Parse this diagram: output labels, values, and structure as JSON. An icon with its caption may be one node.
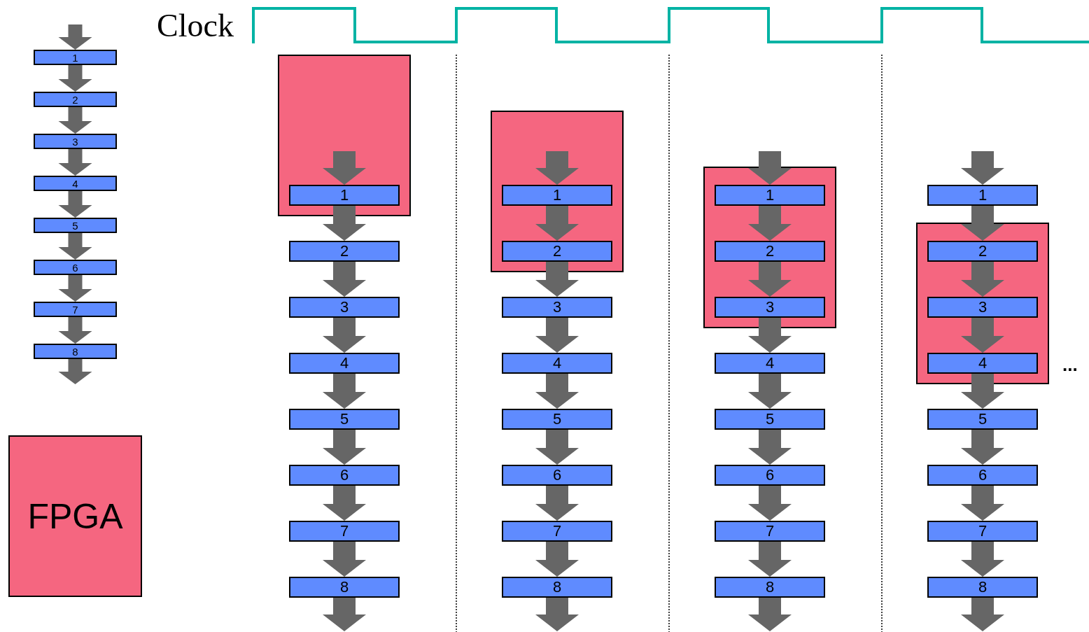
{
  "diagram": {
    "nodes": [
      {
        "text": [
          "1"
        ]
      },
      {
        "text": [
          "2"
        ]
      },
      {
        "text": [
          "3"
        ]
      },
      {
        "text": [
          "4"
        ]
      },
      {
        "text": [
          "5"
        ]
      },
      {
        "text": [
          "6"
        ]
      },
      {
        "text": [
          "7"
        ]
      },
      {
        "text": [
          "8"
        ]
      },
      {
        "text": [
          "FPGA"
        ]
      },
      {
        "text": [],
        "shape": "box"
      },
      {
        "text": [
          "1"
        ],
        "in": 9
      },
      {
        "text": [
          "2"
        ]
      },
      {
        "text": [
          "3"
        ]
      },
      {
        "text": [
          "4"
        ]
      },
      {
        "text": [
          "5"
        ]
      },
      {
        "text": [
          "6"
        ]
      },
      {
        "text": [
          "7"
        ]
      },
      {
        "text": [
          "8"
        ]
      },
      {
        "text": [],
        "shape": "box"
      },
      {
        "text": [
          "1"
        ],
        "in": 18
      },
      {
        "text": [
          "2"
        ],
        "in": 18
      },
      {
        "text": [
          "3"
        ]
      },
      {
        "text": [
          "4"
        ]
      },
      {
        "text": [
          "5"
        ]
      },
      {
        "text": [
          "6"
        ]
      },
      {
        "text": [
          "7"
        ]
      },
      {
        "text": [
          "8"
        ]
      },
      {
        "text": [],
        "shape": "box"
      },
      {
        "text": [
          "1"
        ],
        "in": 27
      },
      {
        "text": [
          "2"
        ],
        "in": 27
      },
      {
        "text": [
          "3"
        ],
        "in": 27
      },
      {
        "text": [
          "4"
        ]
      },
      {
        "text": [
          "5"
        ]
      },
      {
        "text": [
          "6"
        ]
      },
      {
        "text": [
          "7"
        ]
      },
      {
        "text": [
          "8"
        ]
      },
      {
        "text": [],
        "shape": "box"
      },
      {
        "text": [
          "1"
        ]
      },
      {
        "text": [
          "2"
        ],
        "in": 36
      },
      {
        "text": [
          "3"
        ],
        "in": 36
      },
      {
        "text": [
          "4"
        ],
        "in": 36
      },
      {
        "text": [
          "5"
        ]
      },
      {
        "text": [
          "6"
        ]
      },
      {
        "text": [
          "7"
        ]
      },
      {
        "text": [
          "8"
        ]
      }
    ],
    "edges": [
      {
        "from": null,
        "to": 0,
        "arrow": "to"
      },
      {
        "from": 0,
        "to": 1,
        "arrow": "to"
      },
      {
        "from": 1,
        "to": 2,
        "arrow": "to"
      },
      {
        "from": 2,
        "to": 3,
        "arrow": "to"
      },
      {
        "from": 3,
        "to": 4,
        "arrow": "to"
      },
      {
        "from": 4,
        "to": 5,
        "arrow": "to"
      },
      {
        "from": 5,
        "to": 6,
        "arrow": "to"
      },
      {
        "from": 6,
        "to": 7,
        "arrow": "to"
      },
      {
        "from": 7,
        "to": null,
        "arrow": "to"
      },
      {
        "from": null,
        "to": 10,
        "arrow": "to"
      },
      {
        "from": 10,
        "to": 11,
        "arrow": "to"
      },
      {
        "from": 11,
        "to": 12,
        "arrow": "to"
      },
      {
        "from": 12,
        "to": 13,
        "arrow": "to"
      },
      {
        "from": 13,
        "to": 14,
        "arrow": "to"
      },
      {
        "from": 14,
        "to": 15,
        "arrow": "to"
      },
      {
        "from": 15,
        "to": 16,
        "arrow": "to"
      },
      {
        "from": 16,
        "to": 17,
        "arrow": "to"
      },
      {
        "from": 17,
        "to": null,
        "arrow": "to"
      },
      {
        "from": null,
        "to": 19,
        "arrow": "to"
      },
      {
        "from": 19,
        "to": 20,
        "arrow": "to"
      },
      {
        "from": 20,
        "to": 21,
        "arrow": "to"
      },
      {
        "from": 21,
        "to": 22,
        "arrow": "to"
      },
      {
        "from": 22,
        "to": 23,
        "arrow": "to"
      },
      {
        "from": 23,
        "to": 24,
        "arrow": "to"
      },
      {
        "from": 24,
        "to": 25,
        "arrow": "to"
      },
      {
        "from": 25,
        "to": 26,
        "arrow": "to"
      },
      {
        "from": 26,
        "to": null,
        "arrow": "to"
      },
      {
        "from": null,
        "to": 28,
        "arrow": "to"
      },
      {
        "from": 28,
        "to": 29,
        "arrow": "to"
      },
      {
        "from": 29,
        "to": 30,
        "arrow": "to"
      },
      {
        "from": 30,
        "to": 31,
        "arrow": "to"
      },
      {
        "from": 31,
        "to": 32,
        "arrow": "to"
      },
      {
        "from": 32,
        "to": 33,
        "arrow": "to"
      },
      {
        "from": 33,
        "to": 34,
        "arrow": "to"
      },
      {
        "from": 34,
        "to": 35,
        "arrow": "to"
      },
      {
        "from": 35,
        "to": null,
        "arrow": "to"
      },
      {
        "from": null,
        "to": 37,
        "arrow": "to"
      },
      {
        "from": 37,
        "to": 38,
        "arrow": "to"
      },
      {
        "from": 38,
        "to": 39,
        "arrow": "to"
      },
      {
        "from": 39,
        "to": 40,
        "arrow": "to"
      },
      {
        "from": 40,
        "to": 41,
        "arrow": "to"
      },
      {
        "from": 41,
        "to": 42,
        "arrow": "to"
      },
      {
        "from": 42,
        "to": 43,
        "arrow": "to"
      },
      {
        "from": 43,
        "to": 44,
        "arrow": "to"
      },
      {
        "from": 44,
        "to": null,
        "arrow": "to"
      }
    ],
    "labels": [
      "Clock",
      "..."
    ]
  }
}
